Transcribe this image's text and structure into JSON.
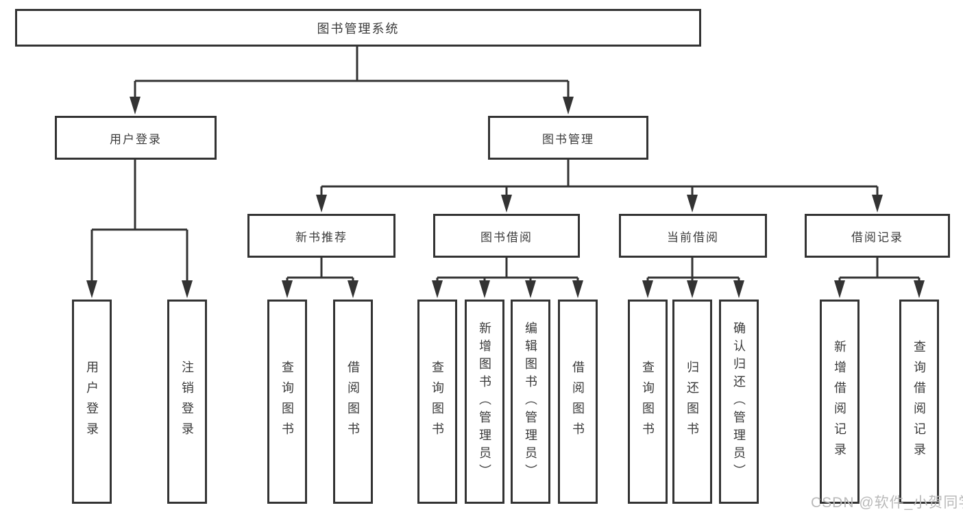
{
  "colors": {
    "line": "#333333",
    "text": "#3a3a3a",
    "watermark": "#b9b9b9",
    "bg": "#ffffff"
  },
  "diagram": {
    "type": "hierarchy-tree",
    "root": {
      "label": "图书管理系统"
    },
    "level2": [
      {
        "label": "用户登录"
      },
      {
        "label": "图书管理"
      }
    ],
    "level3": [
      {
        "label": "新书推荐",
        "parent": "图书管理"
      },
      {
        "label": "图书借阅",
        "parent": "图书管理"
      },
      {
        "label": "当前借阅",
        "parent": "图书管理"
      },
      {
        "label": "借阅记录",
        "parent": "图书管理"
      }
    ],
    "leaves": [
      {
        "label": "用户登录",
        "parent": "用户登录"
      },
      {
        "label": "注销登录",
        "parent": "用户登录"
      },
      {
        "label": "查询图书",
        "parent": "新书推荐"
      },
      {
        "label": "借阅图书",
        "parent": "新书推荐"
      },
      {
        "label": "查询图书",
        "parent": "图书借阅"
      },
      {
        "label": "新增图书（管理员）",
        "parent": "图书借阅"
      },
      {
        "label": "编辑图书（管理员）",
        "parent": "图书借阅"
      },
      {
        "label": "借阅图书",
        "parent": "图书借阅"
      },
      {
        "label": "查询图书",
        "parent": "当前借阅"
      },
      {
        "label": "归还图书",
        "parent": "当前借阅"
      },
      {
        "label": "确认归还（管理员）",
        "parent": "当前借阅"
      },
      {
        "label": "新增借阅记录",
        "parent": "借阅记录"
      },
      {
        "label": "查询借阅记录",
        "parent": "借阅记录"
      }
    ]
  },
  "watermark": {
    "text": "CSDN @软件_小贺同学"
  }
}
